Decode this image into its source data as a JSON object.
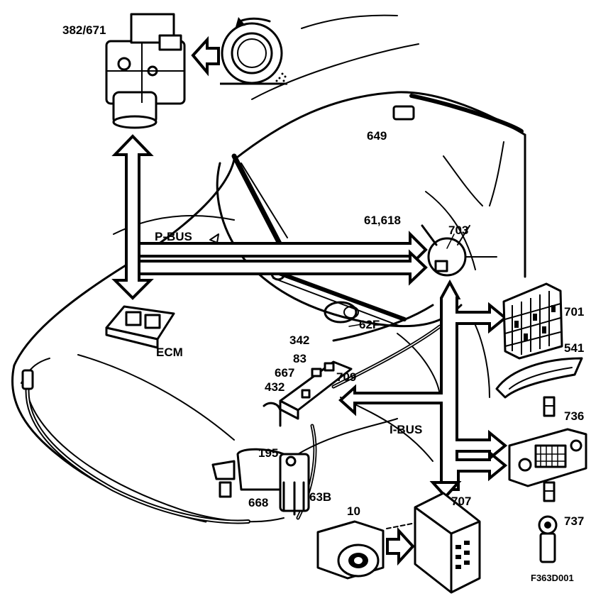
{
  "labels": {
    "abs_unit": "382/671",
    "sensor_649": "649",
    "column_module": "61,618",
    "switch_703": "703",
    "p_bus": "P-BUS",
    "ecm": "ECM",
    "c342": "342",
    "c83": "83",
    "c667": "667",
    "c709": "709",
    "c432": "432",
    "c62f": "62F",
    "c701": "701",
    "c541": "541",
    "c736": "736",
    "i_bus": "I-BUS",
    "c195": "195",
    "c668": "668",
    "c63b": "63B",
    "c10": "10",
    "c707": "707",
    "c737": "737",
    "figure_code": "F363D001"
  }
}
